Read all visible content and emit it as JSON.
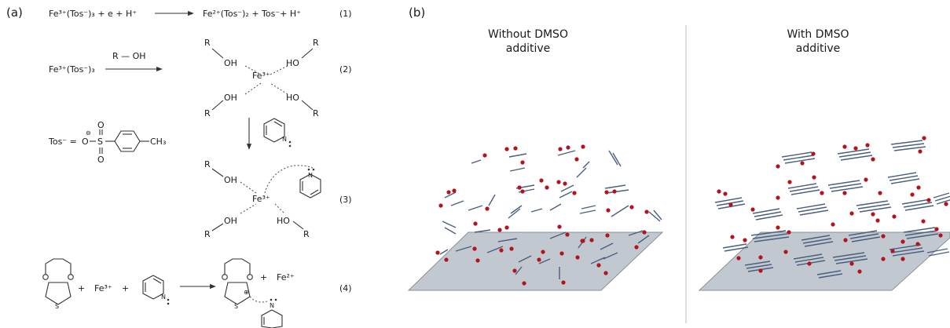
{
  "panel_a": {
    "label": "(a)",
    "eq1": {
      "left": "Fe³⁺(Tos⁻)₃ + e + H⁺",
      "right": "Fe²⁺(Tos⁻)₂ + Tos⁻+ H⁺",
      "number": "(1)"
    },
    "eq2": {
      "reactant": "Fe³⁺(Tos⁻)₃",
      "reagent": "R — OH",
      "center": "Fe³⁺",
      "ligand_group": "R",
      "ligand_oh_left": "OH",
      "ligand_oh_right": "HO",
      "number": "(2)"
    },
    "tosylate": {
      "label": "Tos⁻ =",
      "charge": "⊖",
      "o": "O",
      "s": "S",
      "methyl": "CH₃"
    },
    "eq3": {
      "center": "Fe³⁺",
      "ligand_group": "R",
      "ligand_oh_left": "OH",
      "ligand_oh_right": "HO",
      "pyridine_n": "N",
      "number": "(3)"
    },
    "eq4": {
      "plus": "+",
      "fe3": "Fe³⁺",
      "fe2": "Fe²⁺",
      "thiophene_s": "S",
      "pyridine_n": "N",
      "radical_mark": "⊕",
      "number": "(4)"
    }
  },
  "panel_b": {
    "label": "(b)",
    "left_title": [
      "Without DMSO",
      "additive"
    ],
    "right_title": [
      "With DMSO",
      "additive"
    ]
  },
  "colors": {
    "substrate_fill": "#c2c8d0",
    "substrate_edge": "#8a9098",
    "chain": "#4a5f7e",
    "dopant": "#b3141c",
    "divider": "#bfbfbf"
  }
}
